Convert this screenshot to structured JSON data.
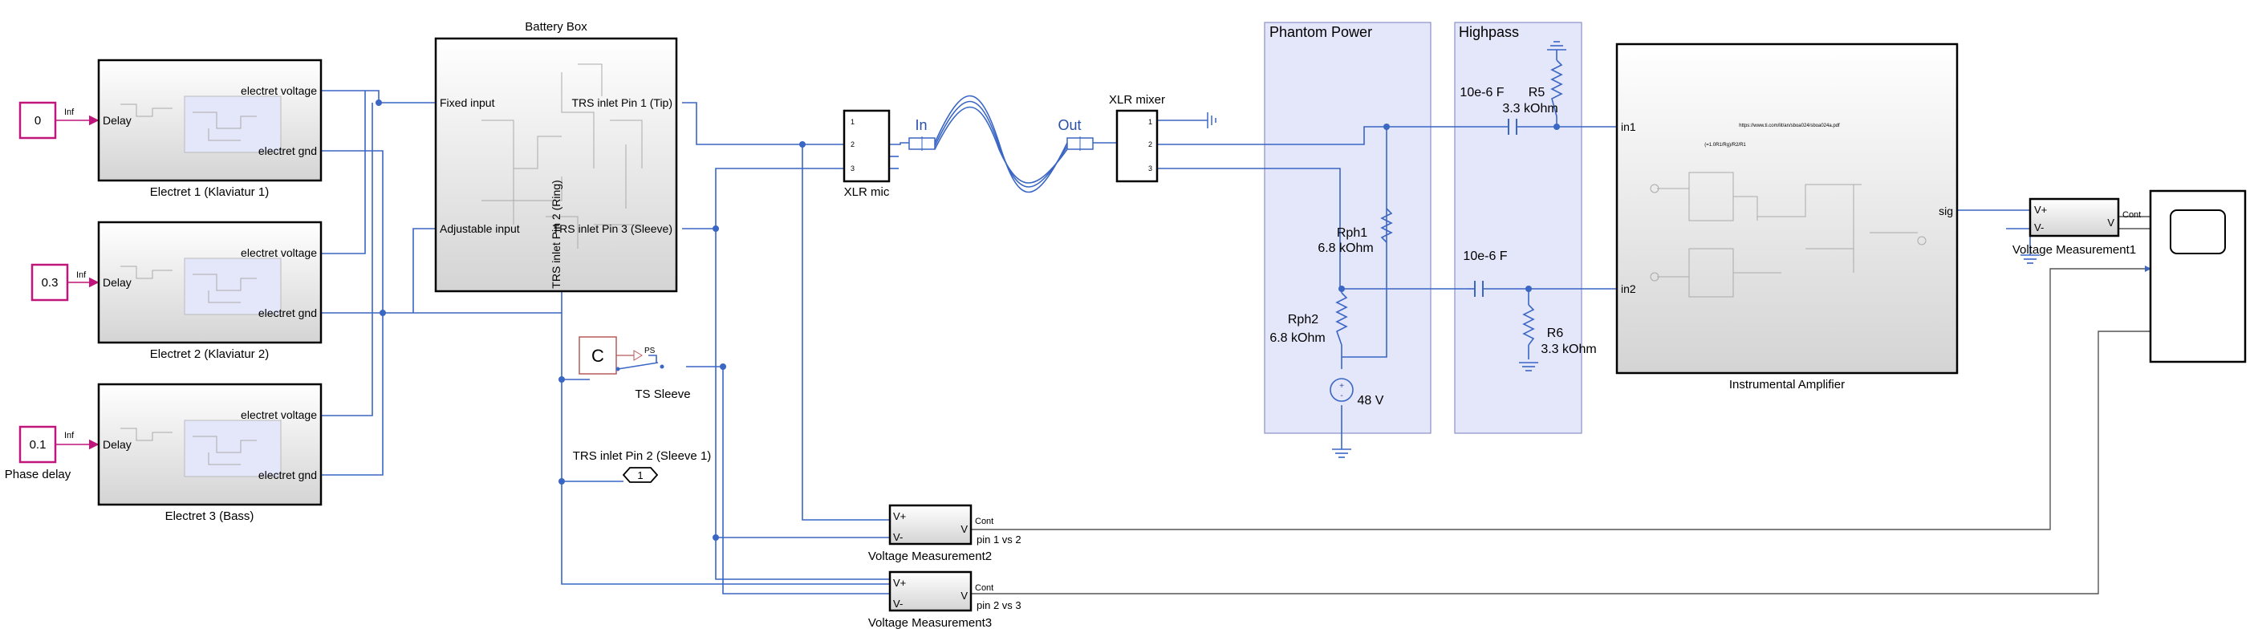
{
  "constants": [
    {
      "value": "0",
      "tag": "Inf",
      "port": "Delay"
    },
    {
      "value": "0.3",
      "tag": "Inf",
      "port": "Delay"
    },
    {
      "value": "0.1",
      "tag": "Inf",
      "port": "Delay",
      "caption": "Phase delay"
    }
  ],
  "electrets": [
    {
      "name": "Electret 1 (Klaviatur 1)",
      "out1": "electret voltage",
      "out2": "electret gnd"
    },
    {
      "name": "Electret 2 (Klaviatur 2)",
      "out1": "electret voltage",
      "out2": "electret gnd"
    },
    {
      "name": "Electret 3 (Bass)",
      "out1": "electret voltage",
      "out2": "electret gnd"
    }
  ],
  "battery_box": {
    "title": "Battery Box",
    "in_fixed": "Fixed input",
    "in_adjustable": "Adjustable input",
    "pin_tip": "TRS inlet Pin 1 (Tip)",
    "pin_sleeve": "TRS inlet Pin 3 (Sleeve)",
    "pin_ring": "TRS inlet Pin 2 (Ring)"
  },
  "ts_sleeve": {
    "label": "TS Sleeve",
    "ps": "PS"
  },
  "trs_pin2": {
    "label": "TRS inlet Pin 2 (Sleeve 1)",
    "port": "1"
  },
  "xlr_mic": {
    "label": "XLR mic",
    "p1": "1",
    "p2": "2",
    "p3": "3"
  },
  "cable": {
    "in": "In",
    "out": "Out"
  },
  "xlr_mixer": {
    "label": "XLR mixer",
    "p1": "1",
    "p2": "2",
    "p3": "3"
  },
  "phantom": {
    "title": "Phantom Power",
    "rph1_name": "Rph1",
    "rph1_val": "6.8 kOhm",
    "rph2_name": "Rph2",
    "rph2_val": "6.8 kOhm",
    "source": "48 V"
  },
  "highpass": {
    "title": "Highpass",
    "c1": "10e-6 F",
    "r5_name": "R5",
    "r5_val": "3.3 kOhm",
    "c2": "10e-6 F",
    "r6_name": "R6",
    "r6_val": "3.3 kOhm"
  },
  "amp": {
    "name": "Instrumental Amplifier",
    "in1": "in1",
    "in2": "in2",
    "sig": "sig",
    "url": "https://www.ti.com/lit/an/sboa024/sboa024a.pdf",
    "sub": "(=1.0R1/Rg)/R2/R1"
  },
  "vm": [
    {
      "name": "Voltage Measurement1",
      "vp": "V+",
      "vm": "V-",
      "v": "V",
      "cont": "Cont"
    },
    {
      "name": "Voltage Measurement2",
      "vp": "V+",
      "vm": "V-",
      "v": "V",
      "cont": "Cont",
      "sig": "pin 1 vs 2"
    },
    {
      "name": "Voltage Measurement3",
      "vp": "V+",
      "vm": "V-",
      "v": "V",
      "cont": "Cont",
      "sig": "pin 2 vs 3"
    }
  ],
  "colors": {
    "wire": "#3a66c4",
    "constant": "#c0157a",
    "subsystem_tint": "#e4e6fa"
  }
}
